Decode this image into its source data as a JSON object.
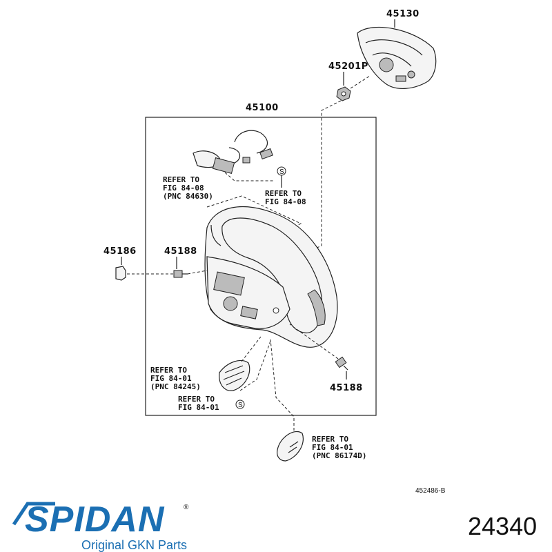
{
  "parts": {
    "p45130": "45130",
    "p45201p": "45201P",
    "p45100": "45100",
    "p45186": "45186",
    "p45188_left": "45188",
    "p45188_right": "45188"
  },
  "refs": {
    "r1": [
      "REFER TO",
      "FIG 84-08",
      "(PNC 84630)"
    ],
    "r2": [
      "REFER TO",
      "FIG 84-08"
    ],
    "r3": [
      "REFER TO",
      "FIG 84-01",
      "(PNC 84245)"
    ],
    "r4": [
      "REFER TO",
      "FIG 84-01"
    ],
    "r5": [
      "REFER TO",
      "FIG 84-01",
      "(PNC 86174D)"
    ]
  },
  "symbols": {
    "s": "S"
  },
  "diagram_code": "452486-B",
  "brand": {
    "name": "SPIDAN",
    "registered": "®",
    "tagline": "Original GKN Parts",
    "color": "#1b6fb3"
  },
  "part_number": "24340"
}
